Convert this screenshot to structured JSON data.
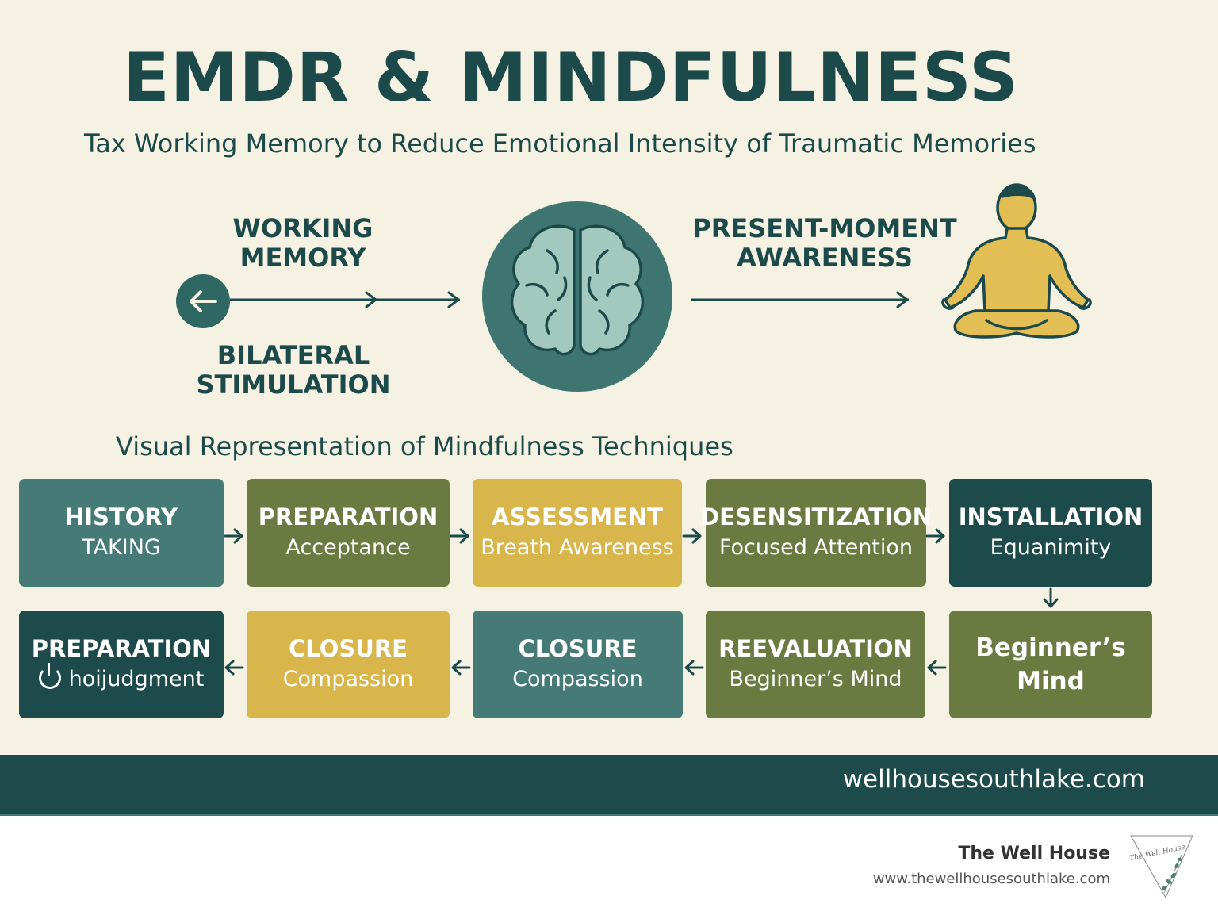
{
  "poster": {
    "title": "EMDR & MINDFULNESS",
    "subtitle": "Tax Working Memory to Reduce Emotional Intensity of Traumatic Memories",
    "labels": {
      "working_memory": [
        "WORKING",
        "MEMORY"
      ],
      "bilateral_stimulation": [
        "BILATERAL",
        "STIMULATION"
      ],
      "present_moment_awareness": [
        "PRESENT-MOMENT",
        "AWARENESS"
      ]
    },
    "icons": {
      "left": "arrow-left-icon",
      "center": "brain-icon",
      "right": "meditating-person-icon"
    },
    "section_title": "Visual Representation of Mindfulness Techniques",
    "steps_row1": [
      {
        "title": "HISTORY",
        "sub": "TAKING",
        "color": "teal"
      },
      {
        "title": "PREPARATION",
        "sub": "Acceptance",
        "color": "olive"
      },
      {
        "title": "ASSESSMENT",
        "sub": "Breath Awareness",
        "color": "mustard"
      },
      {
        "title": "DESENSITIZATION",
        "sub": "Focused Attention",
        "color": "olive"
      },
      {
        "title": "INSTALLATION",
        "sub": "Equanimity",
        "color": "dark"
      }
    ],
    "steps_row2": [
      {
        "title": "PREPARATION",
        "sub": "hoijudgment",
        "color": "dark"
      },
      {
        "title": "CLOSURE",
        "sub": "Compassion",
        "color": "mustard"
      },
      {
        "title": "CLOSURE",
        "sub": "Compassion",
        "color": "teal"
      },
      {
        "title": "REEVALUATION",
        "sub": "Beginner’s Mind",
        "color": "olive"
      },
      {
        "title": "Beginner’s",
        "sub": "Mind",
        "color": "olive"
      }
    ],
    "footer_url": "wellhousesouthlake.com"
  },
  "brand": {
    "name": "The Well House",
    "url": "www.thewellhousesouthlake.com",
    "logo_text": "The Well House"
  },
  "colors": {
    "background": "#f6f2e3",
    "dark_teal": "#1d4a4a",
    "teal": "#467a76",
    "olive": "#6a7a40",
    "mustard": "#d8b64c",
    "brain_light": "#a3c9be",
    "figure_yellow": "#e2be55"
  }
}
